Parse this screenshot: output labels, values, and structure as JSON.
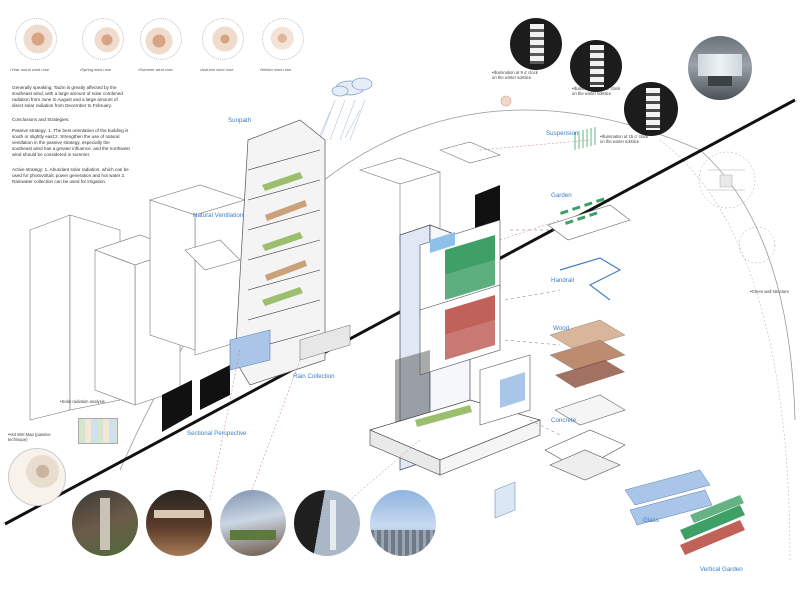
{
  "wind_roses": [
    {
      "caption": "•Year round wind rose"
    },
    {
      "caption": "•Spring wind rose"
    },
    {
      "caption": "•Summer wind rose"
    },
    {
      "caption": "•Autumn wind rose"
    },
    {
      "caption": "•Winter wind rose"
    }
  ],
  "climate_text": "Generally speaking, Taizin is greatly affected by the southeast wind, with a large amount of solar combined radiation from June to August and a large amount of direct solar radiation from December to February.",
  "strategies_heading": "Conclusions and Strategies:",
  "passive_text": "Passive strategy: 1. The best orientation of the building is south or slightly east;2. Strengthen the use of natural ventilation in the passive strategy, especially the southeast wind has a greater influence, and the northwest wind should be considered in summer.",
  "active_text": "Active strategy: 1. Abundant solar radiation, which can be used for photovoltaic power generation and hot water 2. Rainwater collection can be used for irrigation.",
  "labels": {
    "sunpath": "Sunpath",
    "natural_ventilation": "Natural Ventilation",
    "rain_collection": "Rain Collection",
    "sectional_perspective": "Sectional Perspective",
    "suspension": "Suspension",
    "garden": "Garden",
    "handrail": "Handrail",
    "wood": "Wood",
    "concrete": "Concrete",
    "glass": "Glass",
    "vertical_garden": "Vertical Garden"
  },
  "notes": {
    "illum_9": "•Illumination at 9 o' clock on the winter solstice",
    "illum_12": "•Illumination at 12 o' clock on the winter solstice",
    "illum_15": "•Illumination at 15 o' clock on the winter solstice",
    "solar_radiation": "•Solar radiation analysis",
    "hot_wet_map": "•Hot Wet Map (passive technique)",
    "green_wall": "•Green wall structure"
  },
  "colors": {
    "accent_blue": "#3f7fc1",
    "green_panel": "#3fa067",
    "red_panel": "#c0625a",
    "glass_blue": "#a9c5e8"
  }
}
